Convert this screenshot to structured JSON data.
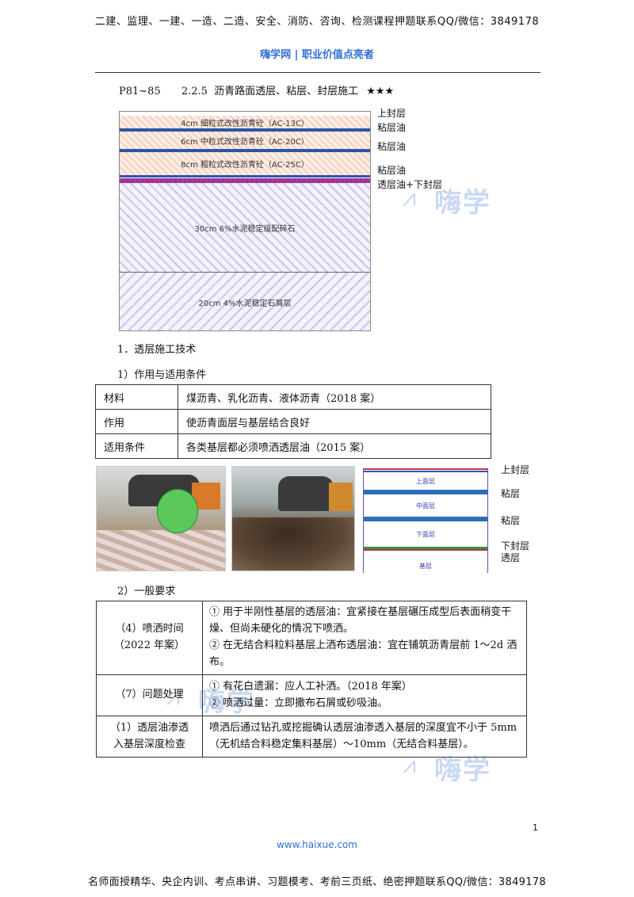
{
  "header": {
    "banner": "二建、监理、一建、一造、二造、安全、消防、咨询、检测课程押题联系QQ/微信：3849178",
    "brand": "嗨学网 | 职业价值点亮者"
  },
  "section": {
    "pages": "P81~85",
    "number": "2.2.5",
    "title": "沥青路面透层、粘层、封层施工",
    "stars": "★★★"
  },
  "pavement_figure": {
    "layers": [
      "4cm 细粒式改性沥青砼（AC-13C）",
      "6cm 中粒式改性沥青砼（AC-20C）",
      "8cm 粗粒式改性沥青砼（AC-25C）",
      "30cm 6%水泥稳定级配碎石",
      "20cm 4%水泥稳定石屑层"
    ],
    "side_labels": [
      "上封层",
      "粘层油",
      "粘层油",
      "粘层油",
      "透层油+下封层"
    ],
    "colors": {
      "asphalt_pattern": "#f6d7c7",
      "oil_line": "#2a56a8",
      "base_pattern": "#c9c6ea",
      "seal": "#c7307a"
    }
  },
  "watermarks": {
    "logo_text": "嗨学"
  },
  "sub1": {
    "heading": "1．透层施工技术",
    "subheading": "1）作用与适用条件"
  },
  "table1": {
    "rows": [
      {
        "key": "材料",
        "value": "煤沥青、乳化沥青、液体沥青（2018 案）"
      },
      {
        "key": "作用",
        "value": "使沥青面层与基层结合良好"
      },
      {
        "key": "适用条件",
        "value": "各类基层都必须喷洒透层油（2015 案）"
      }
    ]
  },
  "layer_diagram": {
    "layers": [
      "上面层",
      "中面层",
      "下面层",
      "基层"
    ],
    "labels": [
      "上封层",
      "粘层",
      "粘层",
      "下封层",
      "透层"
    ]
  },
  "sub2": {
    "heading": "2）一般要求"
  },
  "table2": {
    "rows": [
      {
        "key_line1": "（4）喷洒时间",
        "key_line2": "（2022 年案）",
        "lines": [
          "① 用于半刚性基层的透层油：宜紧接在基层碾压成型后表面稍变干燥、但尚未硬化的情况下喷洒。",
          "② 在无结合料粒料基层上洒布透层油：宜在铺筑沥青层前 1～2d 洒布。"
        ]
      },
      {
        "key_line1": "（7）问题处理",
        "key_line2": "",
        "lines": [
          "① 有花白遗漏：应人工补洒。（2018 年案）",
          "② 喷洒过量：立即撒布石屑或砂吸油。"
        ]
      },
      {
        "key_line1": "（1）透层油渗透",
        "key_line2": "入基层深度检查",
        "lines": [
          "喷洒后通过钻孔或挖掘确认透层油渗透入基层的深度宜不小于 5mm（无机结合料稳定集料基层）～10mm（无结合料基层）。"
        ]
      }
    ]
  },
  "footer": {
    "page": "1",
    "site": "www.haixue.com",
    "banner": "名师面授精华、央企内训、考点串讲、习题模考、考前三页纸、绝密押题联系QQ/微信：3849178"
  }
}
